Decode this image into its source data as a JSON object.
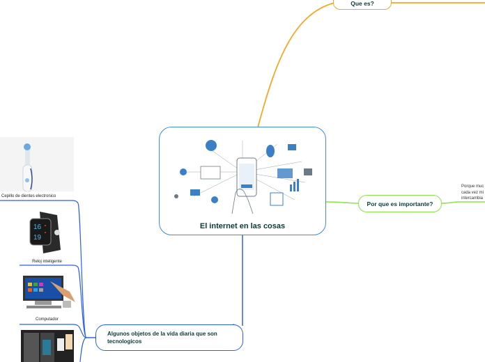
{
  "map": {
    "central_topic": "El internet en las cosas",
    "branches": [
      {
        "id": "que-es",
        "label": "Que es?",
        "color": "#f5a623"
      },
      {
        "id": "importante",
        "label": "Por que es importante?",
        "color": "#8ce04a",
        "note_lines": [
          "Porque muc",
          "cada vez mi",
          "intercambia"
        ]
      },
      {
        "id": "objetos",
        "label": "Algunos objetos de la vida diaria que son tecnologicos",
        "color": "#2b62e3"
      }
    ],
    "objects": [
      {
        "caption": "Cepillo de dientes electronico",
        "image": "toothbrush"
      },
      {
        "caption": "Reloj inteligente",
        "image": "smartwatch"
      },
      {
        "caption": "Computador",
        "image": "touchscreen-computer"
      },
      {
        "caption": "",
        "image": "smart-fridge"
      }
    ]
  },
  "colors": {
    "central_border": "#3b8fd6",
    "text": "#0b3a3a"
  }
}
